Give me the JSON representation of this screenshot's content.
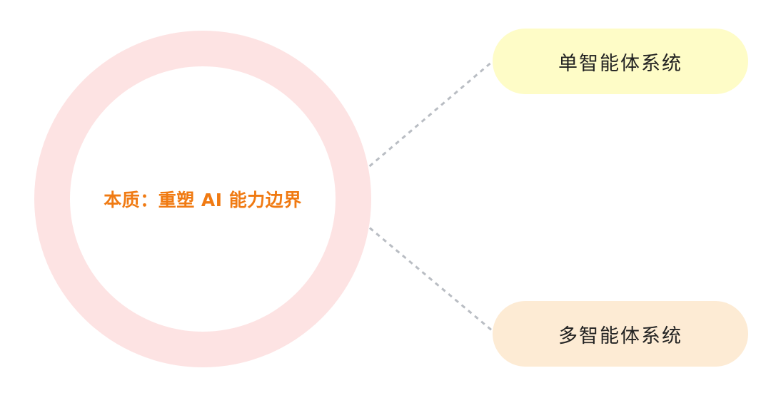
{
  "center": {
    "label": "本质：重塑 AI 能力边界",
    "ring_color": "#fde3e3",
    "text_color": "#f07a12"
  },
  "branches": [
    {
      "label": "单智能体系统",
      "fill_color": "#fefcc7"
    },
    {
      "label": "多智能体系统",
      "fill_color": "#fdebd4"
    }
  ],
  "connector": {
    "style": "dashed",
    "color": "#b9bdc3"
  }
}
